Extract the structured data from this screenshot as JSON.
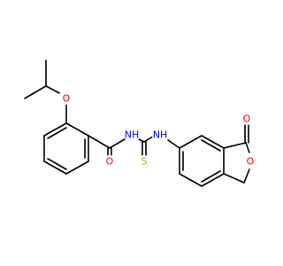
{
  "colors": {
    "bond": "#000000",
    "O": "#ff0000",
    "N": "#0000ff",
    "S": "#b2b200",
    "background": "#ffffff"
  },
  "atoms": {
    "o_ether": "O",
    "o_amide": "O",
    "n_left": "NH",
    "n_right": "NH",
    "s_thio": "S",
    "o_lactone_carbonyl": "O",
    "o_lactone_ring": "O"
  }
}
